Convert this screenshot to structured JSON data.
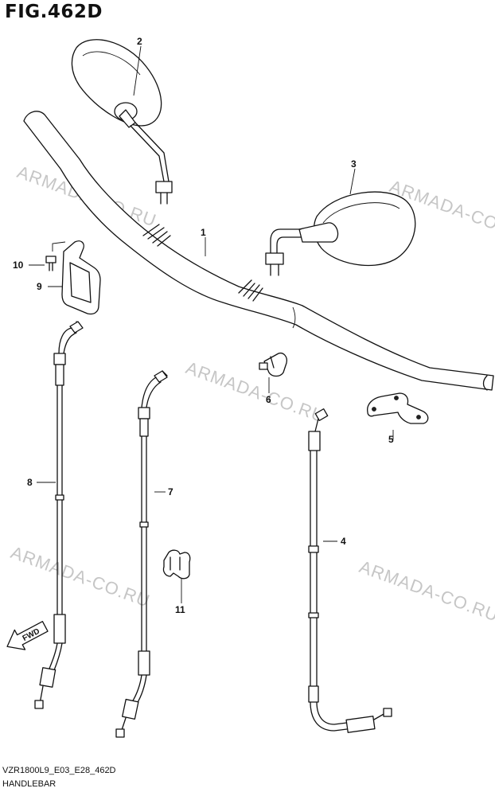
{
  "title": "FIG.462D",
  "footer": {
    "model_code": "VZR1800L9_E03_E28_462D",
    "section_name": "HANDLEBAR"
  },
  "watermarks": [
    "ARMADA-CO.RU",
    "ARMADA-CO.RU",
    "ARMADA-CO.RU",
    "ARMADA-CO.RU",
    "ARMADA-CO.RU"
  ],
  "fwd_label": "FWD",
  "callouts": [
    "1",
    "2",
    "3",
    "4",
    "5",
    "6",
    "7",
    "8",
    "9",
    "10",
    "11"
  ],
  "colors": {
    "line": "#111111",
    "watermark": "#c6c6c6",
    "background": "#ffffff"
  }
}
